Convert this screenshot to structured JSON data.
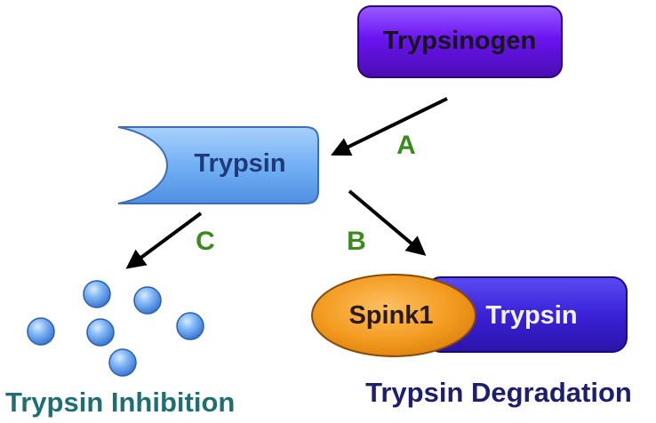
{
  "nodes": {
    "trypsinogen": "Trypsinogen",
    "trypsin": "Trypsin",
    "spink1": "Spink1",
    "trypsin_bound": "Trypsin"
  },
  "steps": {
    "a": "A",
    "b": "B",
    "c": "C"
  },
  "captions": {
    "inhibition": "Trypsin Inhibition",
    "degradation": "Trypsin Degradation"
  },
  "colors": {
    "purple_box": "#6a14f0",
    "blue_box": "#73b0f5",
    "orange": "#f29a1f",
    "step_label": "#3a8a1e",
    "caption_inhibition": "#1f6f72",
    "caption_degradation": "#1e1e6e",
    "arrow": "#000000"
  }
}
